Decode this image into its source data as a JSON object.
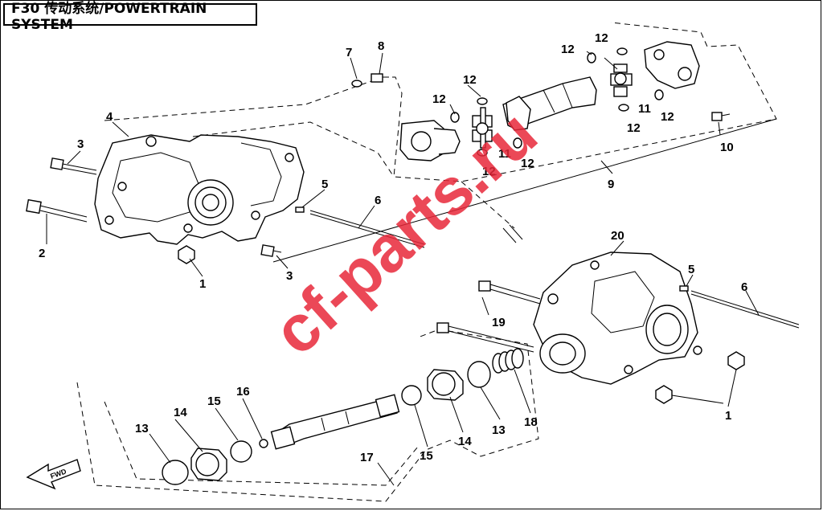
{
  "title": "F30 传动系统/POWERTRAIN SYSTEM",
  "watermark": "cf-parts.ru",
  "fwd_label": "FWD",
  "callouts": {
    "c1a": "1",
    "c1b": "1",
    "c2": "2",
    "c3a": "3",
    "c3b": "3",
    "c4": "4",
    "c5a": "5",
    "c5b": "5",
    "c6a": "6",
    "c6b": "6",
    "c7": "7",
    "c8": "8",
    "c9": "9",
    "c10": "10",
    "c11a": "11",
    "c11b": "11",
    "c12a": "12",
    "c12b": "12",
    "c12c": "12",
    "c12d": "12",
    "c12e": "12",
    "c12f": "12",
    "c12g": "12",
    "c12h": "12",
    "c13a": "13",
    "c13b": "13",
    "c14a": "14",
    "c14b": "14",
    "c15a": "15",
    "c15b": "15",
    "c16": "16",
    "c17": "17",
    "c18": "18",
    "c19": "19",
    "c20": "20"
  },
  "colors": {
    "ink": "#000000",
    "watermark": "#e8283a",
    "paper": "#ffffff"
  }
}
